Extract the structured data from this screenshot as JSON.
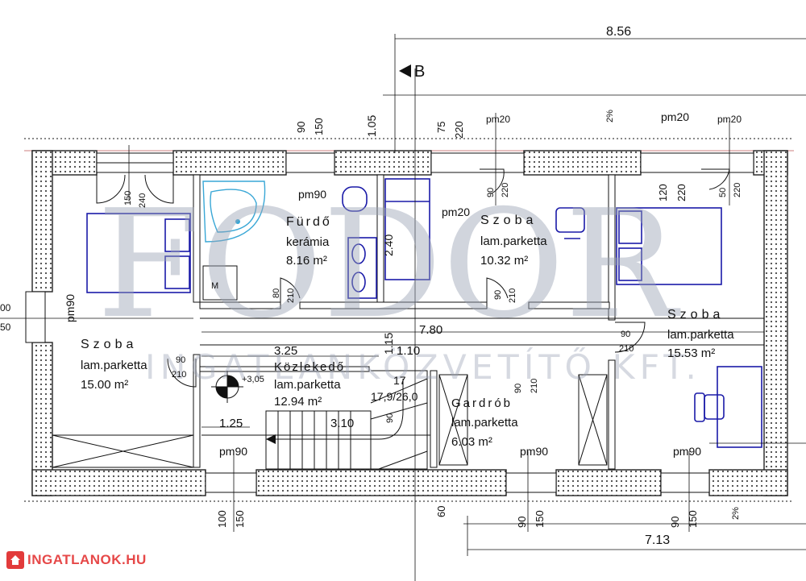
{
  "rooms": {
    "bath": {
      "name": "Fürdő",
      "floor": "kerámia",
      "area": "8.16 m²"
    },
    "room1": {
      "name": "Szoba",
      "floor": "lam.parketta",
      "area": "10.32 m²"
    },
    "room2": {
      "name": "Szoba",
      "floor": "lam.parketta",
      "area": "15.53 m²"
    },
    "room3": {
      "name": "Szoba",
      "floor": "lam.parketta",
      "area": "15.00 m²"
    },
    "hall": {
      "name": "Közlekedő",
      "floor": "lam.parketta",
      "area": "12.94 m²"
    },
    "wardrobe": {
      "name": "Gardrób",
      "floor": "lam.parketta",
      "area": "6.03 m²"
    }
  },
  "dimensions": {
    "top_total": "8.56",
    "bottom_total": "7.13",
    "left_height": "1.05",
    "corridor_len": "7.80",
    "d325": "3.25",
    "d110": "1.10",
    "d115": "1.15",
    "d125": "1.25",
    "d310": "3.10",
    "d240": "2.40",
    "d17": "17",
    "stair": "17,9/26,0",
    "level": "+3,05",
    "section": "B",
    "slope": "2%",
    "left_edge_a": "00",
    "left_edge_b": "50"
  },
  "openings": {
    "pm90": "pm90",
    "pm20": "pm20",
    "w90": "90",
    "w150": "150",
    "w75": "75",
    "w220": "220",
    "w240": "240",
    "w120": "120",
    "w80": "80",
    "w210": "210",
    "w100": "100",
    "w60": "60",
    "w50": "50",
    "meter": "M"
  },
  "watermark": {
    "logo": "FODOR",
    "tagline": "INGATLANKÖZVETÍTŐ KFT."
  },
  "badge": {
    "text": "INGATLANOK.HU",
    "color": "#e64848"
  }
}
